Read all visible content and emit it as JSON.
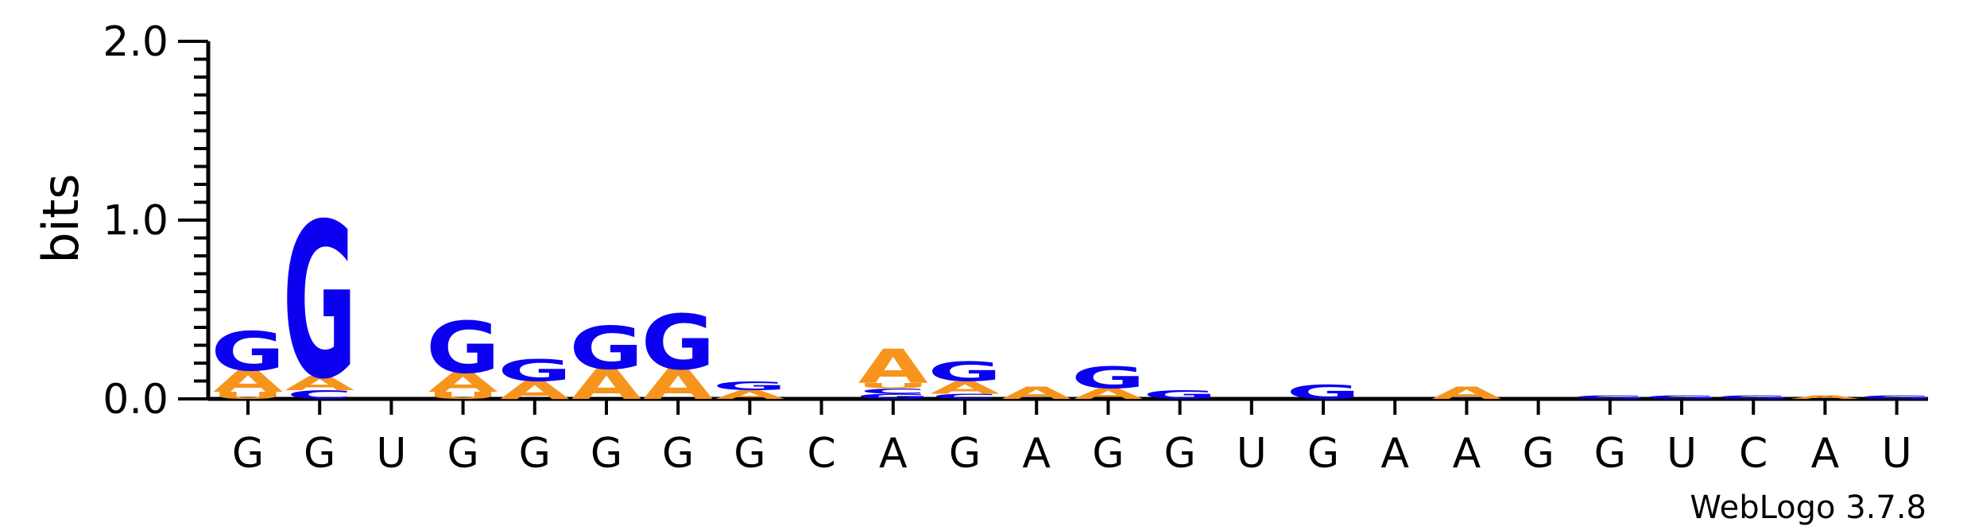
{
  "chart_data": {
    "type": "sequence-logo",
    "title": "",
    "ylabel": "bits",
    "xlabel": "",
    "ylim": [
      0,
      2.0
    ],
    "yticks": [
      "0.0",
      "1.0",
      "2.0"
    ],
    "credit": "WebLogo 3.7.8",
    "colors": {
      "A": "#f7941d",
      "G": "#0b00f0",
      "C": "#0b00f0",
      "U": "#f7941d"
    },
    "positions": [
      {
        "label": "G",
        "stack": [
          {
            "letter": "U",
            "bits": 0.04
          },
          {
            "letter": "A",
            "bits": 0.12
          },
          {
            "letter": "G",
            "bits": 0.22
          }
        ]
      },
      {
        "label": "G",
        "stack": [
          {
            "letter": "C",
            "bits": 0.05
          },
          {
            "letter": "A",
            "bits": 0.08
          },
          {
            "letter": "G",
            "bits": 0.87
          }
        ]
      },
      {
        "label": "U",
        "stack": []
      },
      {
        "label": "G",
        "stack": [
          {
            "letter": "U",
            "bits": 0.04
          },
          {
            "letter": "A",
            "bits": 0.11
          },
          {
            "letter": "G",
            "bits": 0.29
          }
        ]
      },
      {
        "label": "G",
        "stack": [
          {
            "letter": "A",
            "bits": 0.1
          },
          {
            "letter": "G",
            "bits": 0.12
          }
        ]
      },
      {
        "label": "G",
        "stack": [
          {
            "letter": "A",
            "bits": 0.17
          },
          {
            "letter": "G",
            "bits": 0.24
          }
        ]
      },
      {
        "label": "G",
        "stack": [
          {
            "letter": "A",
            "bits": 0.17
          },
          {
            "letter": "G",
            "bits": 0.31
          }
        ]
      },
      {
        "label": "G",
        "stack": [
          {
            "letter": "A",
            "bits": 0.05
          },
          {
            "letter": "G",
            "bits": 0.05
          }
        ]
      },
      {
        "label": "C",
        "stack": []
      },
      {
        "label": "A",
        "stack": [
          {
            "letter": "G",
            "bits": 0.03
          },
          {
            "letter": "C",
            "bits": 0.03
          },
          {
            "letter": "U",
            "bits": 0.03
          },
          {
            "letter": "A",
            "bits": 0.19
          }
        ]
      },
      {
        "label": "G",
        "stack": [
          {
            "letter": "C",
            "bits": 0.03
          },
          {
            "letter": "A",
            "bits": 0.07
          },
          {
            "letter": "G",
            "bits": 0.11
          }
        ]
      },
      {
        "label": "A",
        "stack": [
          {
            "letter": "A",
            "bits": 0.07
          }
        ]
      },
      {
        "label": "G",
        "stack": [
          {
            "letter": "A",
            "bits": 0.06
          },
          {
            "letter": "G",
            "bits": 0.12
          }
        ]
      },
      {
        "label": "G",
        "stack": [
          {
            "letter": "G",
            "bits": 0.05
          }
        ]
      },
      {
        "label": "U",
        "stack": []
      },
      {
        "label": "G",
        "stack": [
          {
            "letter": "G",
            "bits": 0.08
          }
        ]
      },
      {
        "label": "A",
        "stack": []
      },
      {
        "label": "A",
        "stack": [
          {
            "letter": "A",
            "bits": 0.07
          }
        ]
      },
      {
        "label": "G",
        "stack": []
      },
      {
        "label": "G",
        "stack": [
          {
            "letter": "G",
            "bits": 0.02
          }
        ]
      },
      {
        "label": "U",
        "stack": [
          {
            "letter": "G",
            "bits": 0.02
          }
        ]
      },
      {
        "label": "C",
        "stack": [
          {
            "letter": "G",
            "bits": 0.02
          }
        ]
      },
      {
        "label": "A",
        "stack": [
          {
            "letter": "A",
            "bits": 0.02
          }
        ]
      },
      {
        "label": "U",
        "stack": [
          {
            "letter": "G",
            "bits": 0.02
          }
        ]
      }
    ]
  }
}
